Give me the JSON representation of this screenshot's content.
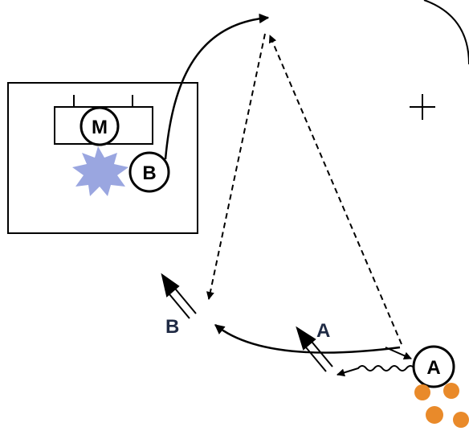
{
  "players": {
    "m": {
      "label": "M"
    },
    "b": {
      "label": "B"
    },
    "a": {
      "label": "A"
    }
  },
  "pass_labels": {
    "b": "B",
    "a": "A"
  },
  "colors": {
    "ink": "#000000",
    "label_text": "#1f2a44",
    "burst": "#9aa6e0",
    "cones": "#e98a2a",
    "background": "#ffffff"
  },
  "icons": {
    "target": "plus-icon",
    "explosion": "burst-icon",
    "cones": "cone-icon"
  }
}
